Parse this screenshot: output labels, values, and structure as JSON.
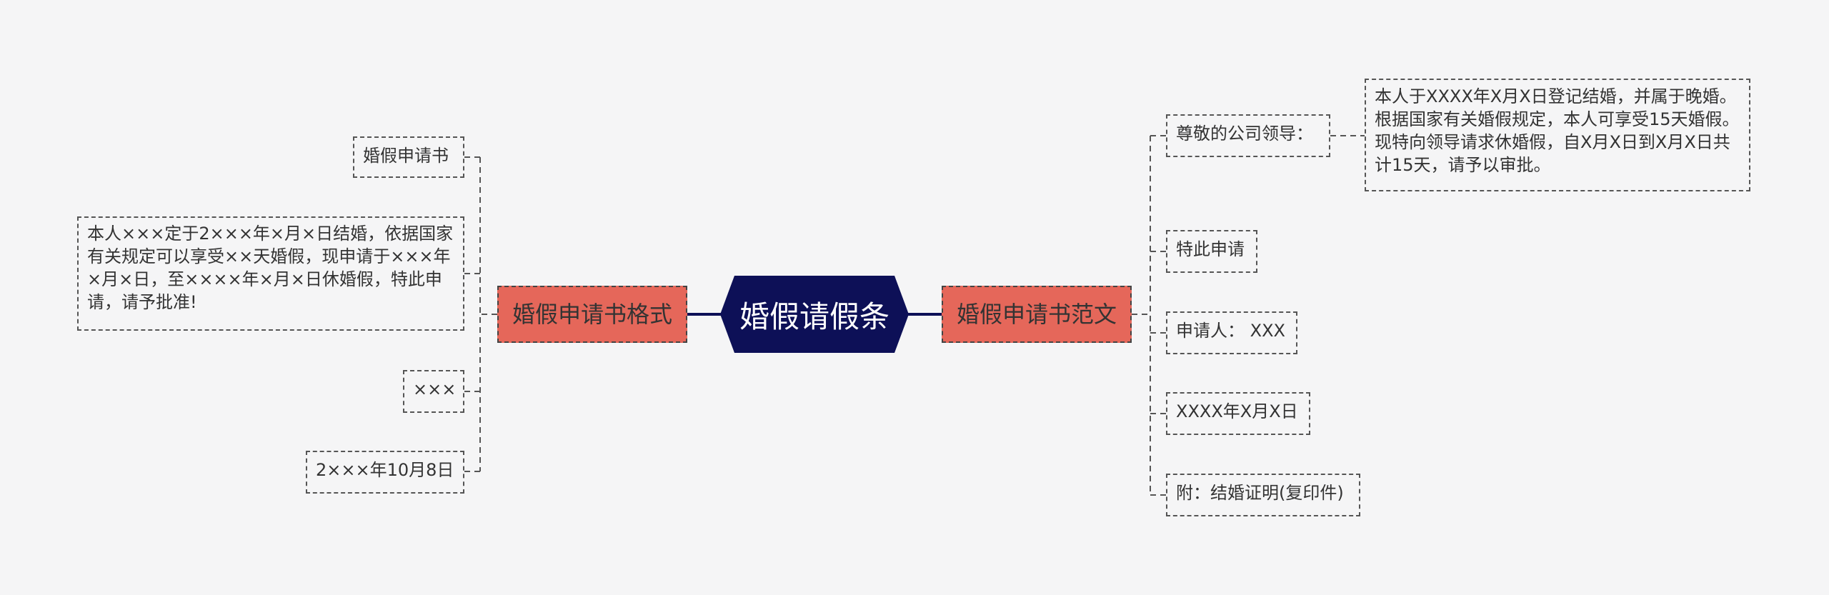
{
  "root": {
    "label": "婚假请假条"
  },
  "left": {
    "branch": {
      "label": "婚假申请书格式"
    },
    "items": [
      {
        "label": "婚假申请书"
      },
      {
        "label": "本人×××定于2×××年×月×日结婚，依据国家有关规定可以享受××天婚假，现申请于×××年×月×日，至××××年×月×日休婚假，特此申请，请予批准!"
      },
      {
        "label": "×××"
      },
      {
        "label": "2×××年10月8日"
      }
    ]
  },
  "right": {
    "branch": {
      "label": "婚假申请书范文"
    },
    "items": [
      {
        "label": "尊敬的公司领导："
      },
      {
        "label": "特此申请"
      },
      {
        "label": "申请人： XXX"
      },
      {
        "label": "XXXX年X月X日"
      },
      {
        "label": "附：结婚证明(复印件)"
      }
    ],
    "detail": {
      "label": "本人于XXXX年X月X日登记结婚，并属于晚婚。根据国家有关婚假规定，本人可享受15天婚假。现特向领导请求休婚假，自X月X日到X月X日共计15天，请予以审批。"
    }
  },
  "colors": {
    "background": "#f5f5f6",
    "root": "#0d1057",
    "branch": "#e5675a",
    "connector": "#0d1057",
    "dashed_line": "#555555"
  }
}
